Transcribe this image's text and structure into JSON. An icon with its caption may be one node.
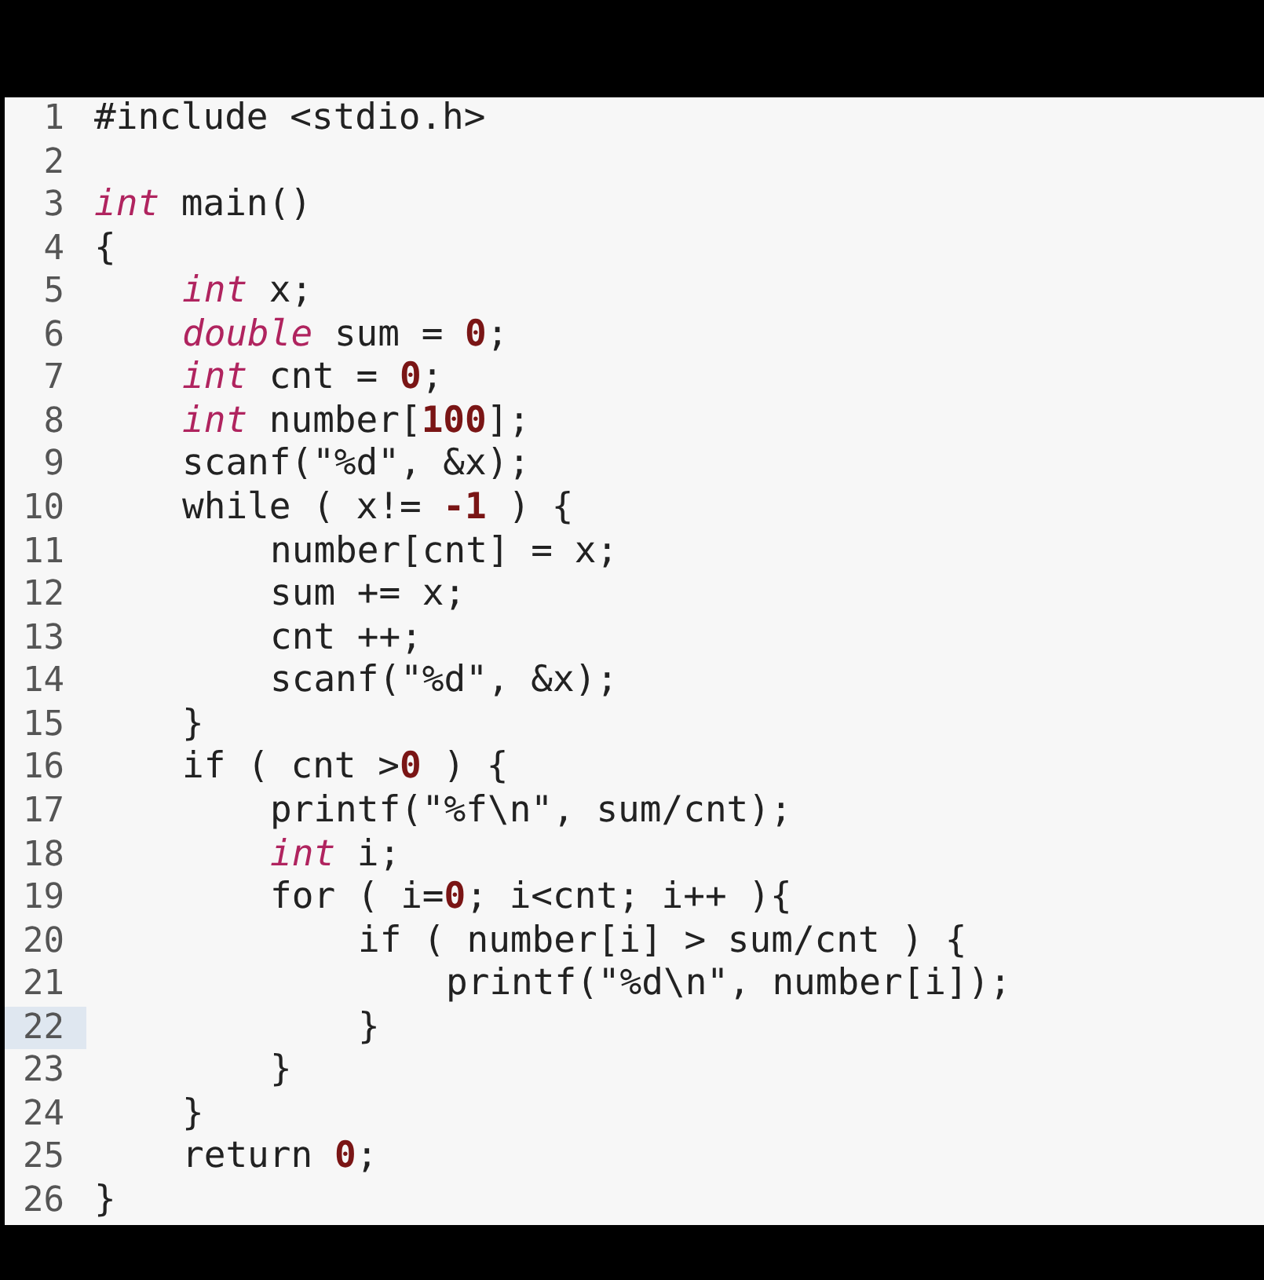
{
  "diagram": {
    "labels": [
      "1",
      "#include <stdio.h>",
      "2",
      "3",
      "*int* main()",
      "4",
      "{",
      "5",
      "*int* x;",
      "6",
      "*double* sum = **0**;",
      "7",
      "*int* cnt = **0**;",
      "8",
      "*int* number[**100**];",
      "9",
      "scanf(\"%d\", &x);",
      "10",
      "while ( x!= **-1** ) {",
      "11",
      "number[cnt] = x;",
      "12",
      "sum += x;",
      "13",
      "cnt ++;",
      "14",
      "scanf(\"%d\", &x);",
      "15",
      "}",
      "16",
      "if ( cnt >**0** ) {",
      "17",
      "printf(\"%f\\n\", sum/cnt);",
      "18",
      "*int* i;",
      "19",
      "for ( i=**0**; i<cnt; i++ ){",
      "20",
      "if ( number[i] > sum/cnt ) {",
      "21",
      "printf(\"%d\\n\", number[i]);",
      "22",
      "}",
      "23",
      "}",
      "24",
      "}",
      "25",
      "return **0**;",
      "26",
      "}"
    ]
  }
}
